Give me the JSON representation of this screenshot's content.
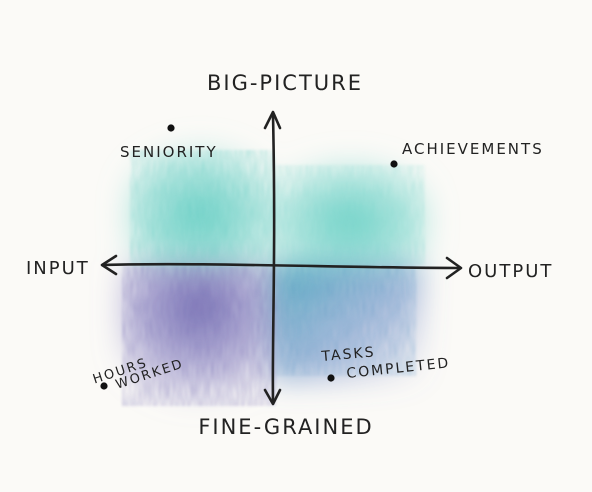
{
  "axes": {
    "top": "BIG-PICTURE",
    "bottom": "FINE-GRAINED",
    "left": "INPUT",
    "right": "OUTPUT"
  },
  "points": {
    "seniority": "SENIORITY",
    "achievements": "ACHIEVEMENTS",
    "hours_line1": "HOURS",
    "hours_line2": "WORKED",
    "tasks_line1": "TASKS",
    "tasks_line2": "COMPLETED"
  },
  "colors": {
    "teal": "#5fcfc4",
    "purple": "#6e66b0",
    "ink": "#222222"
  }
}
